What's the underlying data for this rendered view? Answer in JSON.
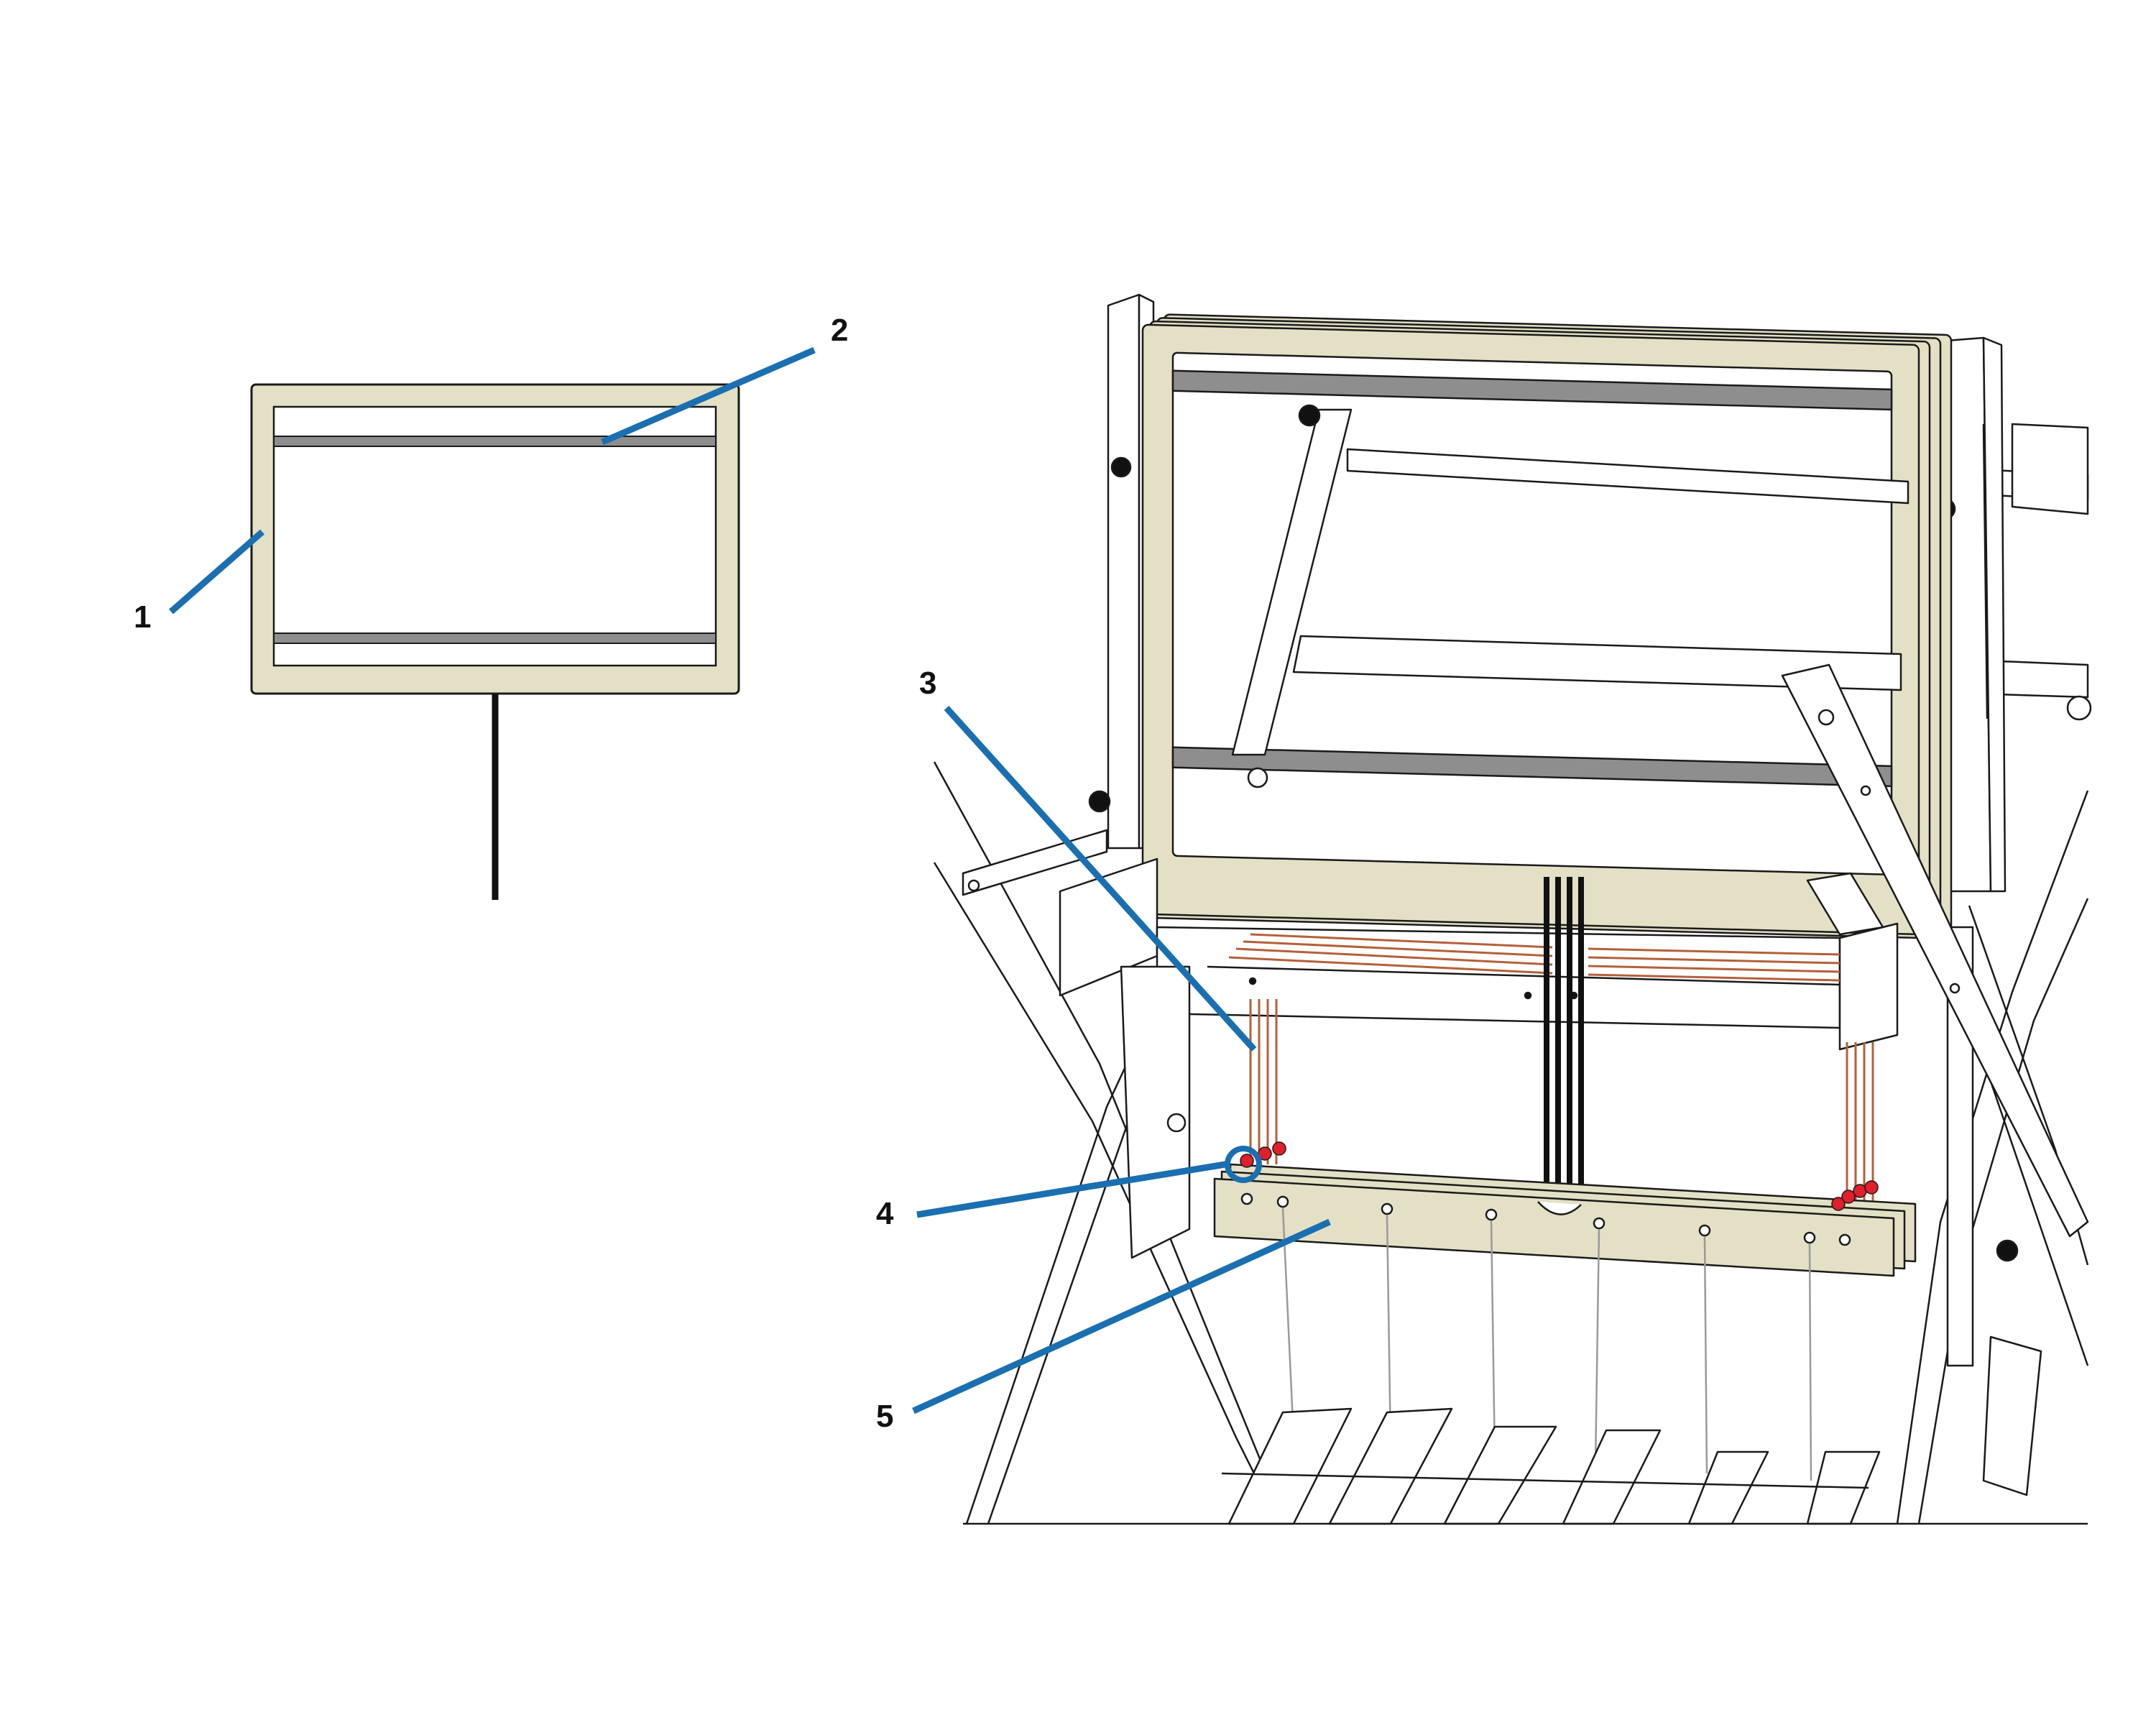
{
  "colors": {
    "frame_fill": "#e3e0c6",
    "rail_fill": "#8e8e8e",
    "leader_line": "#1a6fb0",
    "heddle_wire": "#b5603a",
    "pin_dot": "#e0202a",
    "outline": "#1a1a1a",
    "cord": "#999999"
  },
  "callouts": [
    {
      "id": "1",
      "label": "1"
    },
    {
      "id": "2",
      "label": "2"
    },
    {
      "id": "3",
      "label": "3"
    },
    {
      "id": "4",
      "label": "4"
    },
    {
      "id": "5",
      "label": "5"
    }
  ]
}
